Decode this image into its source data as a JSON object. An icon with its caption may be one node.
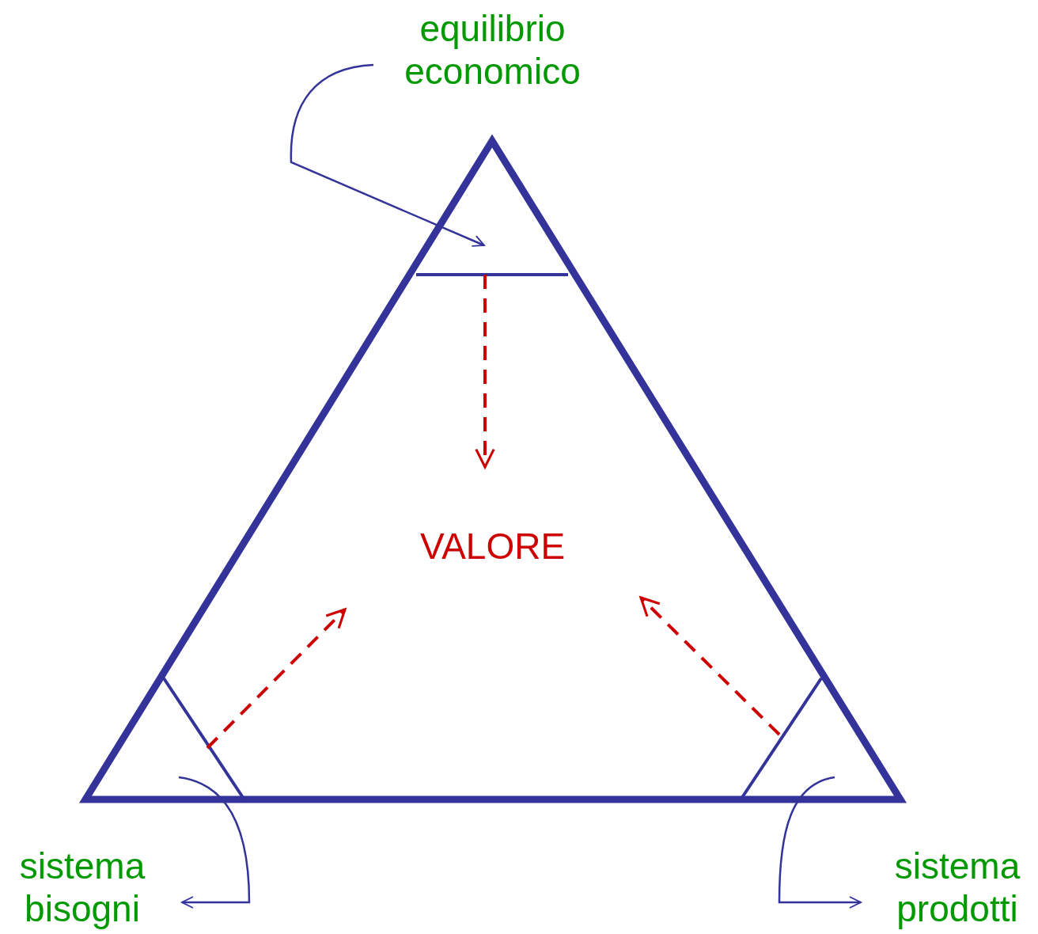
{
  "diagram": {
    "nodes": [
      {
        "text": [
          "equilibrio economico"
        ]
      },
      {
        "text": [],
        "shape": "triangle"
      },
      {
        "text": [],
        "shape": "triangle",
        "in": 1
      },
      {
        "text": [
          "VALORE"
        ],
        "in": 1
      },
      {
        "text": [],
        "shape": "triangle",
        "in": 1
      },
      {
        "text": [],
        "shape": "triangle",
        "in": 1
      },
      {
        "text": [
          "sistema bisogni"
        ]
      },
      {
        "text": [
          "sistema prodotti"
        ]
      }
    ],
    "edges": [
      {
        "from": 0,
        "to": 2,
        "arrow": "to",
        "color": "#333399"
      },
      {
        "from": 4,
        "to": 6,
        "arrow": "to",
        "color": "#333399"
      },
      {
        "from": 5,
        "to": 7,
        "arrow": "to",
        "color": "#333399"
      },
      {
        "from": 2,
        "to": 3,
        "arrow": "to",
        "style": "dashed",
        "color": "#cc0000"
      },
      {
        "from": 4,
        "to": 3,
        "arrow": "to",
        "style": "dashed",
        "color": "#cc0000"
      },
      {
        "from": 5,
        "to": 3,
        "arrow": "to",
        "style": "dashed",
        "color": "#cc0000"
      }
    ]
  }
}
